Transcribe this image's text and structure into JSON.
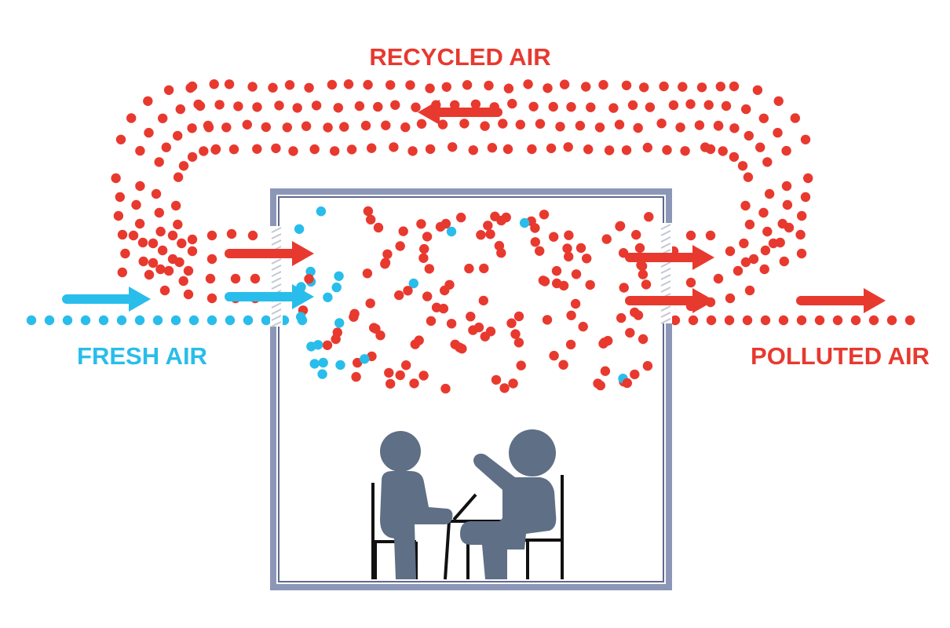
{
  "labels": {
    "recycled": "RECYCLED AIR",
    "fresh": "FRESH AIR",
    "polluted": "POLLUTED AIR"
  },
  "colors": {
    "red": "#E8392F",
    "blue": "#29BDEB",
    "room_frame": "#8C97B8",
    "room_frame_dark": "#5E6A8C",
    "people": "#5F6F85",
    "furniture": "#111111"
  },
  "icons": {
    "people": "two-people-at-table-icon",
    "arrows": "arrow-right-icon"
  }
}
